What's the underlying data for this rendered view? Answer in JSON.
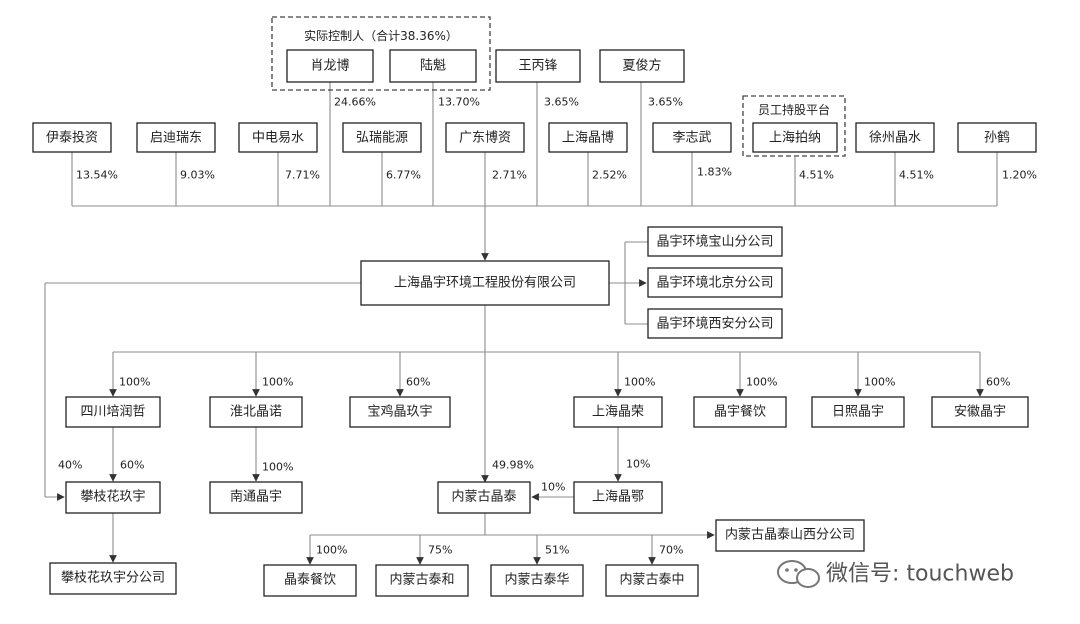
{
  "controller": {
    "group_label": "实际控制人（合计38.36%）",
    "members": [
      {
        "name": "肖龙博",
        "pct": "24.66%"
      },
      {
        "name": "陆魁",
        "pct": "13.70%"
      }
    ]
  },
  "top_holders": [
    {
      "name": "王丙锋",
      "pct": "3.65%"
    },
    {
      "name": "夏俊方",
      "pct": "3.65%"
    }
  ],
  "employee_platform": {
    "label": "员工持股平台"
  },
  "shareholders": [
    {
      "name": "伊泰投资",
      "pct": "13.54%"
    },
    {
      "name": "启迪瑞东",
      "pct": "9.03%"
    },
    {
      "name": "中电易水",
      "pct": "7.71%"
    },
    {
      "name": "弘瑞能源",
      "pct": "6.77%"
    },
    {
      "name": "广东博资",
      "pct": "2.71%"
    },
    {
      "name": "上海晶博",
      "pct": "2.52%"
    },
    {
      "name": "李志武",
      "pct": "1.83%"
    },
    {
      "name": "上海拍纳",
      "pct": "4.51%"
    },
    {
      "name": "徐州晶水",
      "pct": "4.51%"
    },
    {
      "name": "孙鹤",
      "pct": "1.20%"
    }
  ],
  "company": {
    "name": "上海晶宇环境工程股份有限公司"
  },
  "branches": [
    "晶宇环境宝山分公司",
    "晶宇环境北京分公司",
    "晶宇环境西安分公司"
  ],
  "subsidiaries": [
    {
      "name": "四川培润哲",
      "pct": "100%"
    },
    {
      "name": "淮北晶诺",
      "pct": "100%"
    },
    {
      "name": "宝鸡晶玖宇",
      "pct": "60%"
    },
    {
      "name": "上海晶荣",
      "pct": "100%"
    },
    {
      "name": "晶宇餐饮",
      "pct": "100%"
    },
    {
      "name": "日照晶宇",
      "pct": "100%"
    },
    {
      "name": "安徽晶宇",
      "pct": "60%"
    }
  ],
  "panzhihua": {
    "name": "攀枝花玖宇",
    "pct_from_company": "40%",
    "pct_from_sichuan": "60%"
  },
  "panzhihua_branch": {
    "name": "攀枝花玖宇分公司"
  },
  "nantong": {
    "name": "南通晶宇",
    "pct": "100%"
  },
  "shanghai_jinge": {
    "name": "上海晶鄂",
    "pct_from_jingrong": "10%",
    "pct_to_neimeng": "10%"
  },
  "neimeng": {
    "name": "内蒙古晶泰",
    "pct": "49.98%"
  },
  "neimeng_branch": {
    "name": "内蒙古晶泰山西分公司"
  },
  "neimeng_subs": [
    {
      "name": "晶泰餐饮",
      "pct": "100%"
    },
    {
      "name": "内蒙古泰和",
      "pct": "75%"
    },
    {
      "name": "内蒙古泰华",
      "pct": "51%"
    },
    {
      "name": "内蒙古泰中",
      "pct": "70%"
    }
  ],
  "watermark": {
    "text": "微信号: touchweb"
  }
}
